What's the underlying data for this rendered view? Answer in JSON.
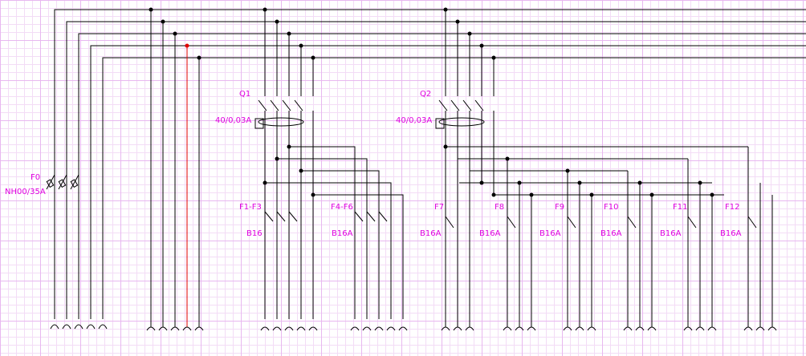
{
  "diagram": {
    "colors": {
      "label": "#e000e0",
      "wire": "#000000",
      "pe_wire": "#e00000",
      "grid_major": "#e8b8f0",
      "grid_minor": "#f3dcf6"
    },
    "components": {
      "main_fuse": {
        "name": "F0",
        "rating": "NH00/35A"
      },
      "rcd1": {
        "name": "Q1",
        "rating": "40/0,03A"
      },
      "rcd2": {
        "name": "Q2",
        "rating": "40/0,03A"
      },
      "breakers": [
        {
          "name": "F1-F3",
          "rating": "B16"
        },
        {
          "name": "F4-F6",
          "rating": "B16A"
        },
        {
          "name": "F7",
          "rating": "B16A"
        },
        {
          "name": "F8",
          "rating": "B16A"
        },
        {
          "name": "F9",
          "rating": "B16A"
        },
        {
          "name": "F10",
          "rating": "B16A"
        },
        {
          "name": "F11",
          "rating": "B16A"
        },
        {
          "name": "F12",
          "rating": "B16A"
        }
      ]
    }
  }
}
